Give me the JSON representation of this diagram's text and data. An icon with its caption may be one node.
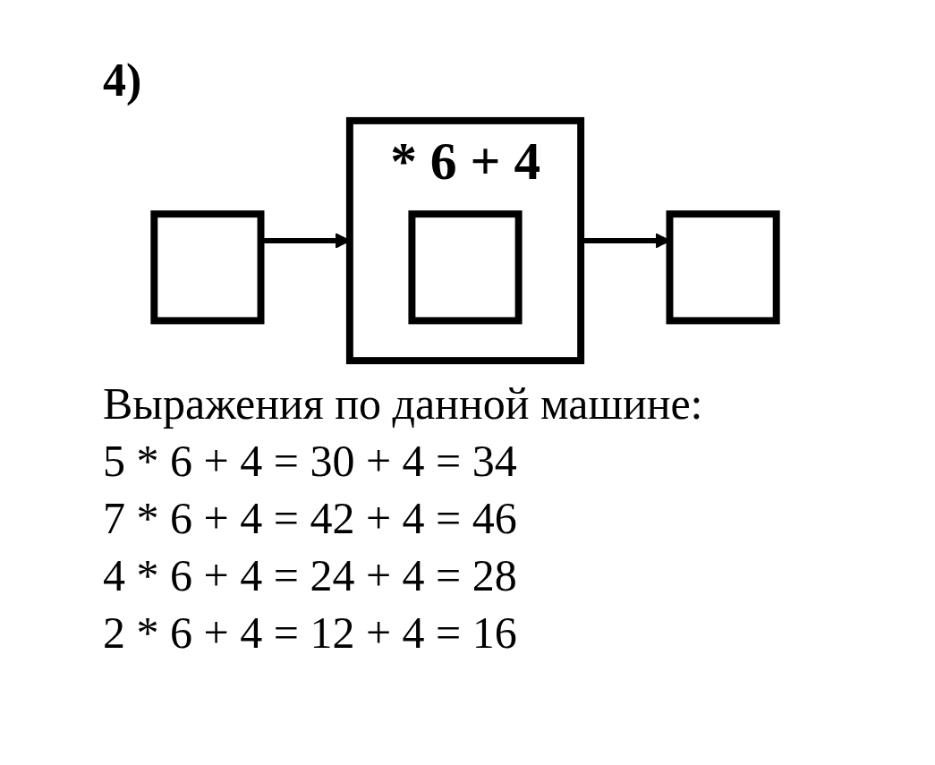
{
  "diagram": {
    "title": "4)",
    "nodes": [
      {
        "text": [],
        "shape": "box"
      },
      {
        "text": [
          "* 6 + 4"
        ]
      },
      {
        "text": [],
        "shape": "box",
        "in": 1
      },
      {
        "text": [],
        "shape": "box"
      }
    ],
    "edges": [
      {
        "from": 0,
        "to": 1,
        "arrow": "to"
      },
      {
        "from": 1,
        "to": 3,
        "arrow": "to"
      }
    ],
    "labels": [
      "Выражения по данной машине:",
      "5 * 6 + 4 = 30 + 4 = 34",
      "7 * 6 + 4 = 42 + 4 = 46",
      "4 * 6 + 4 = 24 + 4 = 28",
      "2 * 6 + 4 = 12 + 4 = 16"
    ]
  }
}
